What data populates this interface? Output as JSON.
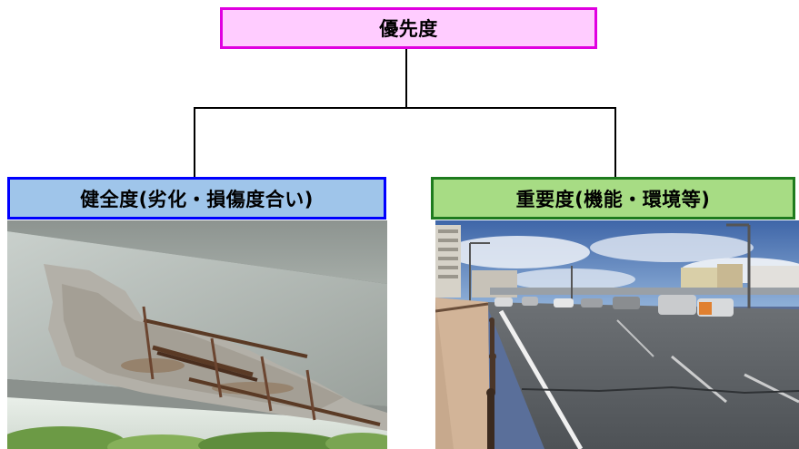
{
  "diagram": {
    "root": {
      "label": "優先度",
      "fill_color": "#ffccff",
      "border_color": "#e000e0"
    },
    "children": [
      {
        "label": "健全度(劣化・損傷度合い)",
        "fill_color": "#9fc5ea",
        "border_color": "#0000ff",
        "photo": "concrete-beam-exposed-rebar"
      },
      {
        "label": "重要度(機能・環境等)",
        "fill_color": "#a7dc84",
        "border_color": "#1e7b1e",
        "photo": "bridge-road-with-cars"
      }
    ],
    "connector_color": "#000000"
  }
}
